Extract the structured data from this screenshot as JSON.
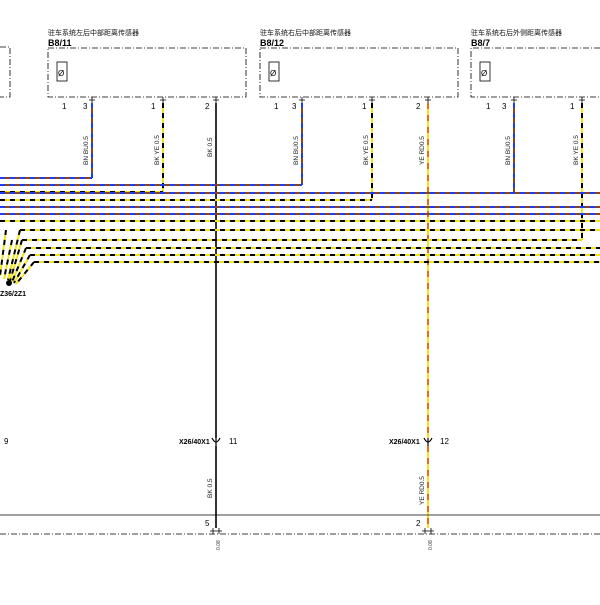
{
  "sensors": [
    {
      "title": "驻车系统左后中部距离传感器",
      "id": "B8/11",
      "symbol": "Ø",
      "pins": [
        "1",
        "3",
        "1",
        "2"
      ]
    },
    {
      "title": "驻车系统右后中部距离传感器",
      "id": "B8/12",
      "symbol": "Ø",
      "pins": [
        "1",
        "3",
        "1",
        "2"
      ]
    },
    {
      "title": "驻车系统右后外侧距离传感器",
      "id": "B8/7",
      "symbol": "Ø",
      "pins": [
        "1",
        "3",
        "1"
      ]
    }
  ],
  "wire_labels": {
    "s1_bnbu": "BN BU0.5",
    "s1_bkye": "BK YE 0.5",
    "s1_bk": "BK  0.5",
    "s2_bnbu": "BN BU0.5",
    "s2_bkye": "BK YE 0.5",
    "s2_yerd": "YE RD0.5",
    "s3_bnbu": "BN BU0.5",
    "s3_bkye": "BK YE 0.5",
    "low_bk": "BK  0.5",
    "low_yerd": "YE RD0.5"
  },
  "splice_label": "Z36/2Z1",
  "connectors": {
    "left_pin": "9",
    "c1_name": "X26/40X1",
    "c1_pin": "11",
    "c2_name": "X26/40X1",
    "c2_pin": "12"
  },
  "bottom": {
    "pin_a": "5",
    "pin_b": "2",
    "small_a": "0.08",
    "small_b": "0.08"
  },
  "colors": {
    "brown": "#8b4513",
    "blue": "#1a3cff",
    "yellow": "#f2e21a",
    "black": "#000000",
    "red": "#e0201a"
  }
}
